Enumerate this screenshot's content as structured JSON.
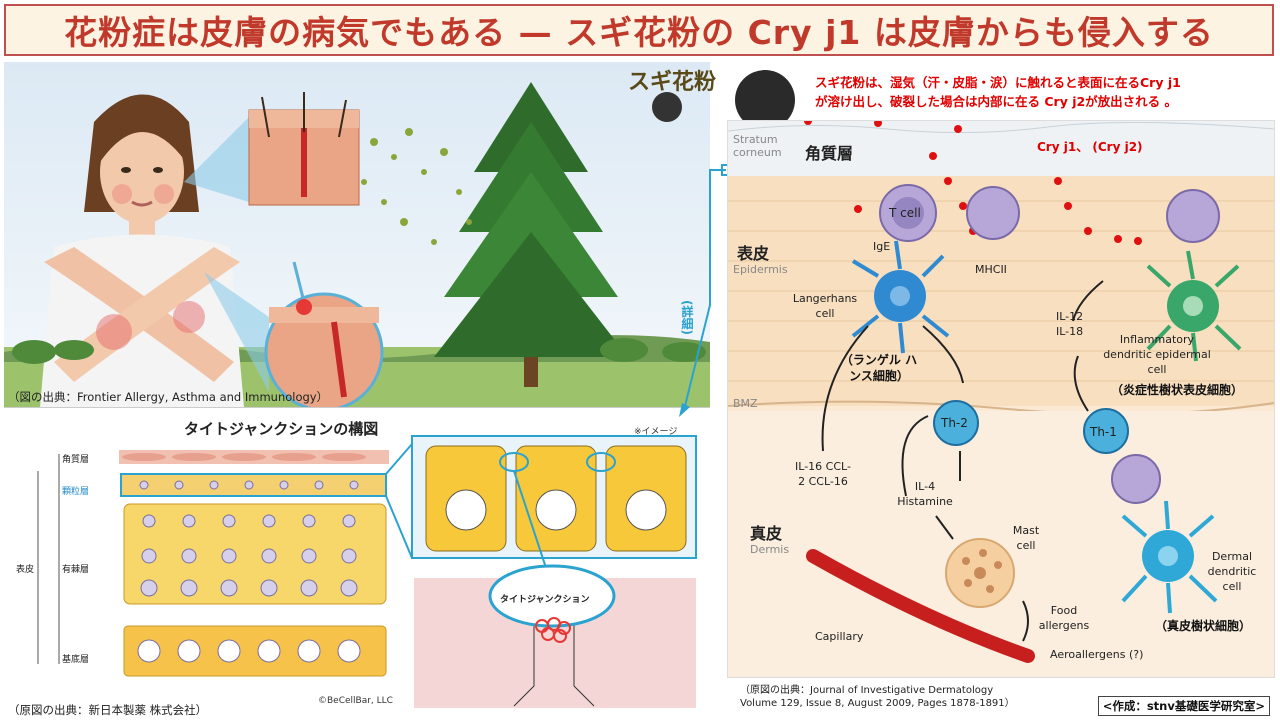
{
  "title": "花粉症は皮膚の病気でもある — スギ花粉の Cry j1 は皮膚からも侵入する",
  "scene": {
    "cedar_pollen_label": "スギ花粉",
    "source": "（図の出典：Frontier Allergy, Asthma and Immunology）"
  },
  "tight_junction": {
    "heading": "タイトジャンクションの構図",
    "note": "※イメージ",
    "layers": [
      "角質層",
      "顆粒層",
      "有棘層",
      "基底層"
    ],
    "epidermis_label": "表皮",
    "zoom_label": "タイトジャンクション",
    "copyright": "©BeCellBar, LLC",
    "source": "（原図の出典：新日本製薬 株式会社）"
  },
  "connector_label": "(詳細)",
  "dermatology": {
    "note_line1": "スギ花粉は、湿気（汗・皮脂・涙）に触れると表面に在るCry j1",
    "note_line2": "が溶け出し、破裂した場合は内部に在る Cry j2が放出される 。",
    "cry_label": "Cry j1、 (Cry j2)",
    "stratum_en": "Stratum corneum",
    "stratum_ja": "角質層",
    "epidermis_ja": "表皮",
    "epidermis_en": "Epidermis",
    "bmz": "BMZ",
    "dermis_ja": "真皮",
    "dermis_en": "Dermis",
    "tcell": "T cell",
    "ige": "IgE",
    "mhc": "MHCII",
    "langerhans_en": "Langerhans cell",
    "langerhans_ja": "（ランゲル ハンス細胞）",
    "il12": "IL-12 IL-18",
    "inflammatory_en": "Inflammatory dendritic epidermal cell",
    "inflammatory_ja": "（炎症性樹状表皮細胞）",
    "th2": "Th-2",
    "th1": "Th-1",
    "il16": "IL-16 CCL-2 CCL-16",
    "il4": "IL-4 Histamine",
    "mast": "Mast cell",
    "capillary": "Capillary",
    "food": "Food allergens",
    "aero": "Aeroallergens (?)",
    "dermal_en": "Dermal dendritic cell",
    "dermal_ja": "（真皮樹状細胞）",
    "source_line1": "（原図の出典：Journal of Investigative Dermatology",
    "source_line2": "Volume 129, Issue 8, August 2009, Pages 1878-1891）"
  },
  "credit": "<作成：stnv基礎医学研究室>"
}
